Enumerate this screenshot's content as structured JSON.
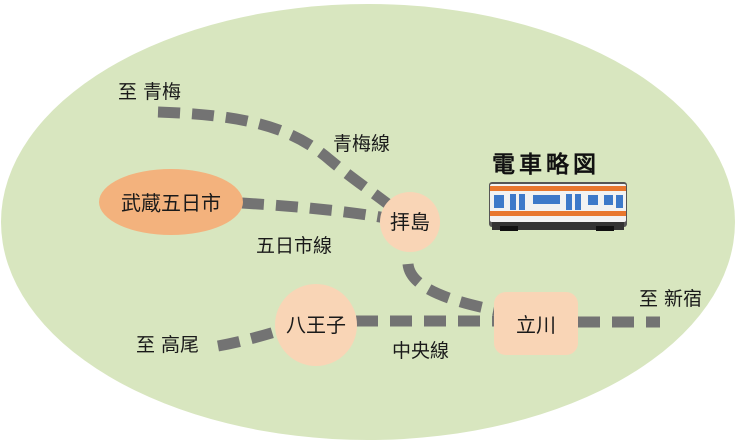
{
  "map": {
    "title": "電車略図",
    "colors": {
      "background": "#d8e6bf",
      "track": "#737373",
      "station": "#f9d5b6",
      "highlight_station": "#f3b27d",
      "train_body": "#f2f2f2",
      "train_stripe": "#e8772e",
      "train_window": "#3d79c9"
    },
    "stations": {
      "haijima": "拝島",
      "hachioji": "八王子",
      "tachikawa": "立川",
      "musashi_itsukaichi": "武蔵五日市"
    },
    "lines": {
      "ome": "青梅線",
      "itsukaichi": "五日市線",
      "chuo": "中央線"
    },
    "directions": {
      "to_ome": "至 青梅",
      "to_takao": "至 高尾",
      "to_shinjuku": "至 新宿"
    },
    "icons": {
      "train": "train-icon"
    }
  }
}
